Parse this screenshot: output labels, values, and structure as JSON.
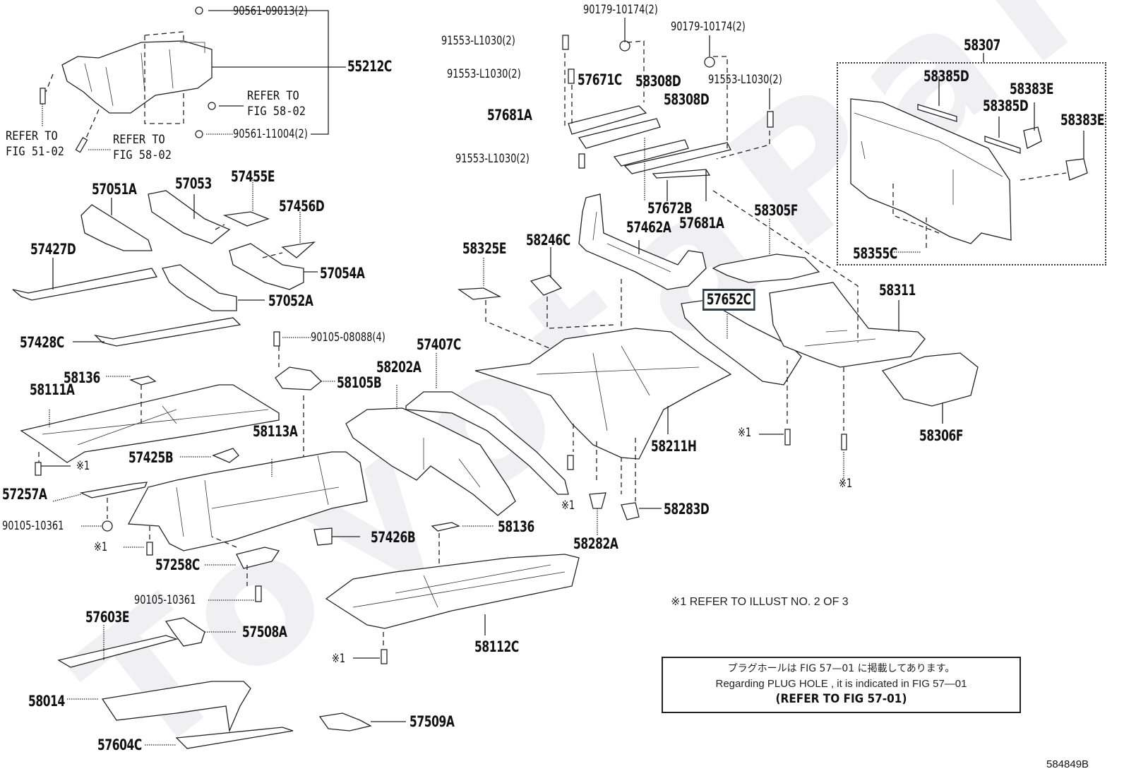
{
  "diagram": {
    "figure_id": "584849B",
    "highlighted_part": "57652C",
    "highlight_color": "#2e3f4d",
    "watermark": "ToyotaPartsDeal",
    "labels": {
      "p55212C": "55212C",
      "p90561_09013": "90561-09013(2)",
      "p90561_11004": "90561-11004(2)",
      "refer_58_02_a_l1": "REFER TO",
      "refer_58_02_a_l2": "FIG 58-02",
      "refer_51_02_l1": "REFER TO",
      "refer_51_02_l2": "FIG 51-02",
      "refer_58_02_b_l1": "REFER TO",
      "refer_58_02_b_l2": "FIG 58-02",
      "p90179_a": "90179-10174(2)",
      "p90179_b": "90179-10174(2)",
      "p91553_a": "91553-L1030(2)",
      "p91553_b": "91553-L1030(2)",
      "p91553_c": "91553-L1030(2)",
      "p91553_d": "91553-L1030(2)",
      "p57671C": "57671C",
      "p58308D_a": "58308D",
      "p58308D_b": "58308D",
      "p57681A_a": "57681A",
      "p57672B": "57672B",
      "p57681A_b": "57681A",
      "p57462A": "57462A",
      "p58305F": "58305F",
      "p58307": "58307",
      "p58385D_a": "58385D",
      "p58385D_b": "58385D",
      "p58383E_a": "58383E",
      "p58383E_b": "58383E",
      "p58355C": "58355C",
      "p57051A": "57051A",
      "p57053": "57053",
      "p57455E": "57455E",
      "p57456D": "57456D",
      "p57427D": "57427D",
      "p57054A": "57054A",
      "p57052A": "57052A",
      "p57428C": "57428C",
      "p90105_08088": "90105-08088(4)",
      "p58136_a": "58136",
      "p58111A": "58111A",
      "p58105B": "58105B",
      "p58113A": "58113A",
      "p57425B": "57425B",
      "p57257A": "57257A",
      "p90105_10361_a": "90105-10361",
      "p57258C": "57258C",
      "p90105_10361_b": "90105-10361",
      "p57603E": "57603E",
      "p57508A": "57508A",
      "p58014": "58014",
      "p57604C": "57604C",
      "p57509A": "57509A",
      "p57407C": "57407C",
      "p58202A": "58202A",
      "p57426B": "57426B",
      "p58136_b": "58136",
      "p58112C": "58112C",
      "p58325E": "58325E",
      "p58246C": "58246C",
      "p58211H": "58211H",
      "p58282A": "58282A",
      "p58283D": "58283D",
      "p57652C": "57652C",
      "p58311": "58311",
      "p58306F": "58306F",
      "ref1_a": "※1",
      "ref1_b": "※1",
      "ref1_c": "※1",
      "ref1_d": "※1",
      "ref1_e": "※1",
      "ref1_f": "※1"
    },
    "footnote": "※1 REFER TO ILLUST NO. 2 OF 3",
    "note_box": {
      "line_jp": "プラグホールは FIG 57—01 に掲載してあります。",
      "line_en": "Regarding  PLUG  HOLE , it is indicated in FIG  57—01",
      "line_ref": "(REFER TO FIG 57-01)"
    }
  }
}
